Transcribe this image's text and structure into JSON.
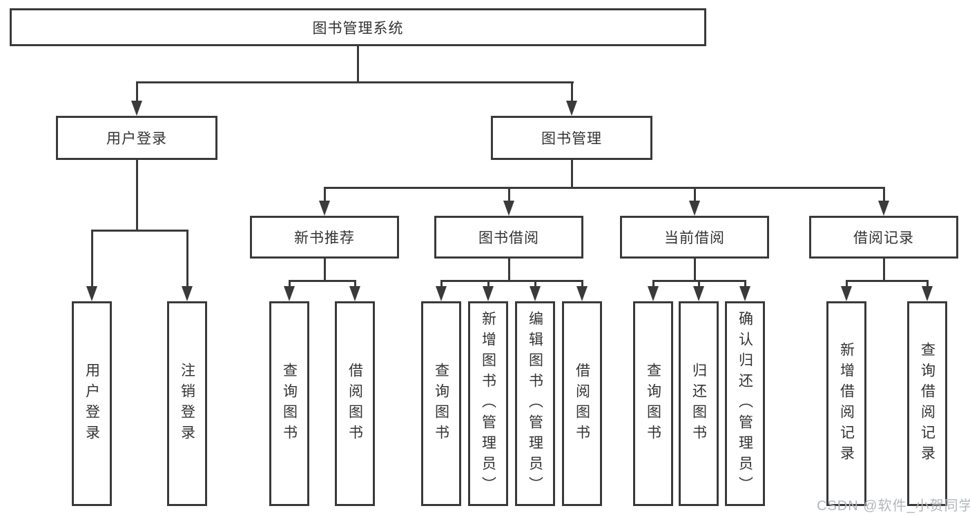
{
  "diagram": {
    "root": {
      "label": "图书管理系统"
    },
    "level2": [
      {
        "id": "user-login",
        "label": "用户登录"
      },
      {
        "id": "book-management",
        "label": "图书管理"
      }
    ],
    "level3": [
      {
        "id": "new-book-recommend",
        "label": "新书推荐"
      },
      {
        "id": "book-borrow",
        "label": "图书借阅"
      },
      {
        "id": "current-borrow",
        "label": "当前借阅"
      },
      {
        "id": "borrow-records",
        "label": "借阅记录"
      }
    ],
    "leaves": {
      "user_login": [
        "用户登录",
        "注销登录"
      ],
      "new_book_recommend": [
        "查询图书",
        "借阅图书"
      ],
      "book_borrow": [
        "查询图书",
        "新增图书（管理员）",
        "编辑图书（管理员）",
        "借阅图书"
      ],
      "current_borrow": [
        "查询图书",
        "归还图书",
        "确认归还（管理员）"
      ],
      "borrow_records": [
        "新增借阅记录",
        "查询借阅记录"
      ]
    }
  },
  "watermark": {
    "text": "CSDN @软件_小贺同学",
    "color": "#b3b7bb"
  },
  "colors": {
    "line": "#3a3a3a",
    "text": "#333333",
    "canvas_bg": "#ffffff"
  }
}
